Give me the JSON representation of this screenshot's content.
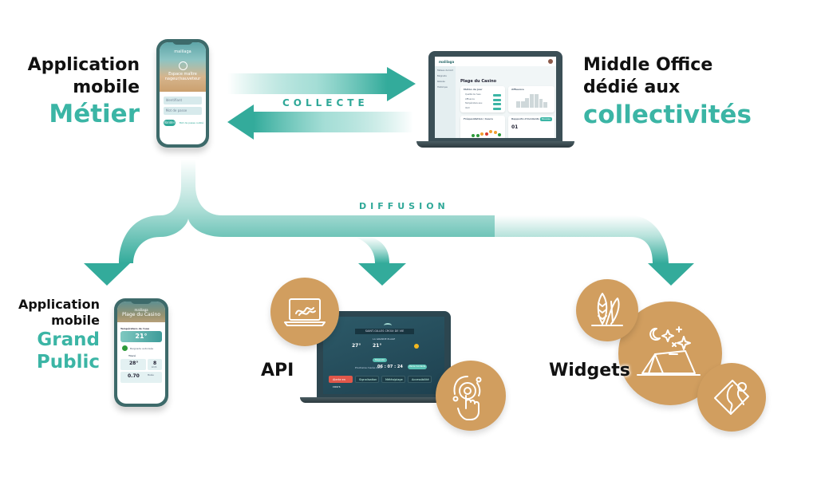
{
  "colors": {
    "teal": "#3bb5a5",
    "teal_dark": "#2fa898",
    "sand": "#d19e5f",
    "text_dark": "#111111",
    "phone_frame": "#3d6a6a",
    "laptop_frame": "#3b4f56"
  },
  "top_left": {
    "line1": "Application",
    "line2": "mobile",
    "highlight": "Métier"
  },
  "top_right": {
    "line1": "Middle Office",
    "line2": "dédié aux",
    "highlight": "collectivités"
  },
  "arrows": {
    "collect_label": "COLLECTE",
    "diffusion_label": "DIFFUSION"
  },
  "bottom_left": {
    "line1": "Application",
    "line2": "mobile",
    "highlight1": "Grand",
    "highlight2": "Public"
  },
  "bottom_center": {
    "label": "API"
  },
  "bottom_right": {
    "label": "Widgets"
  },
  "phone_metier": {
    "brand": "malilaga",
    "hero_title": "Espace maître nageur/sauveteur",
    "field1": "Identifiant",
    "field2": "Mot de passe",
    "button": "Valider",
    "link": "Mot de passe oublié"
  },
  "middle_office": {
    "brand": "malilaga",
    "page_title": "Plage du Casino",
    "nav_items": [
      "Tableau de bord",
      "Baignade",
      "Relevés",
      "Historique"
    ],
    "card1_title": "Météo du jour",
    "card1_rows": [
      "Qualité de l'eau",
      "Affluence",
      "Température eau",
      "Vent"
    ],
    "card2_title": "Affluence",
    "card2_bars": [
      0.45,
      0.45,
      0.65,
      0.95,
      0.95,
      0.6,
      0.4
    ],
    "card3_title": "Fréquentation / heure",
    "card3_dots": [
      "#2e9a3a",
      "#2e9a3a",
      "#f0a030",
      "#d93a2e",
      "#f0a030",
      "#f0a030",
      "#2e9a3a"
    ],
    "card4_title": "Rapports d'incidents",
    "card4_value": "01",
    "card4_badge": "Nouveau"
  },
  "phone_public": {
    "brand": "malilaga",
    "hero_title": "Plage du Casino",
    "section_temp": "Température de l'eau",
    "water_temp": "21°",
    "advice": "Baignade autorisée",
    "status": "Tracé",
    "air_temp": "28°",
    "wind": "8",
    "wind_unit": "km/h",
    "uv": "0.70",
    "tide": "Marée"
  },
  "api_dashboard": {
    "location": "SAINT-GILLES CROIX DE VIE",
    "subtitle": "LA GRANDE PLAGE",
    "temp_air": "27°",
    "temp_water": "21°",
    "pill": "Baignade",
    "timer_label": "Prochaine marée dans",
    "timer": "06 : 07 : 24",
    "timer_badge": "Marée montante",
    "buttons": [
      "Alerte en cours",
      "Signalisation",
      "Météo/plage",
      "Accessibilité"
    ]
  },
  "icons": {
    "api_laptop": "laptop-waves-icon",
    "api_touch": "touch-icon",
    "widget_surf": "surfboards-icon",
    "widget_camp": "tent-night-icon",
    "widget_map": "map-pin-icon"
  }
}
